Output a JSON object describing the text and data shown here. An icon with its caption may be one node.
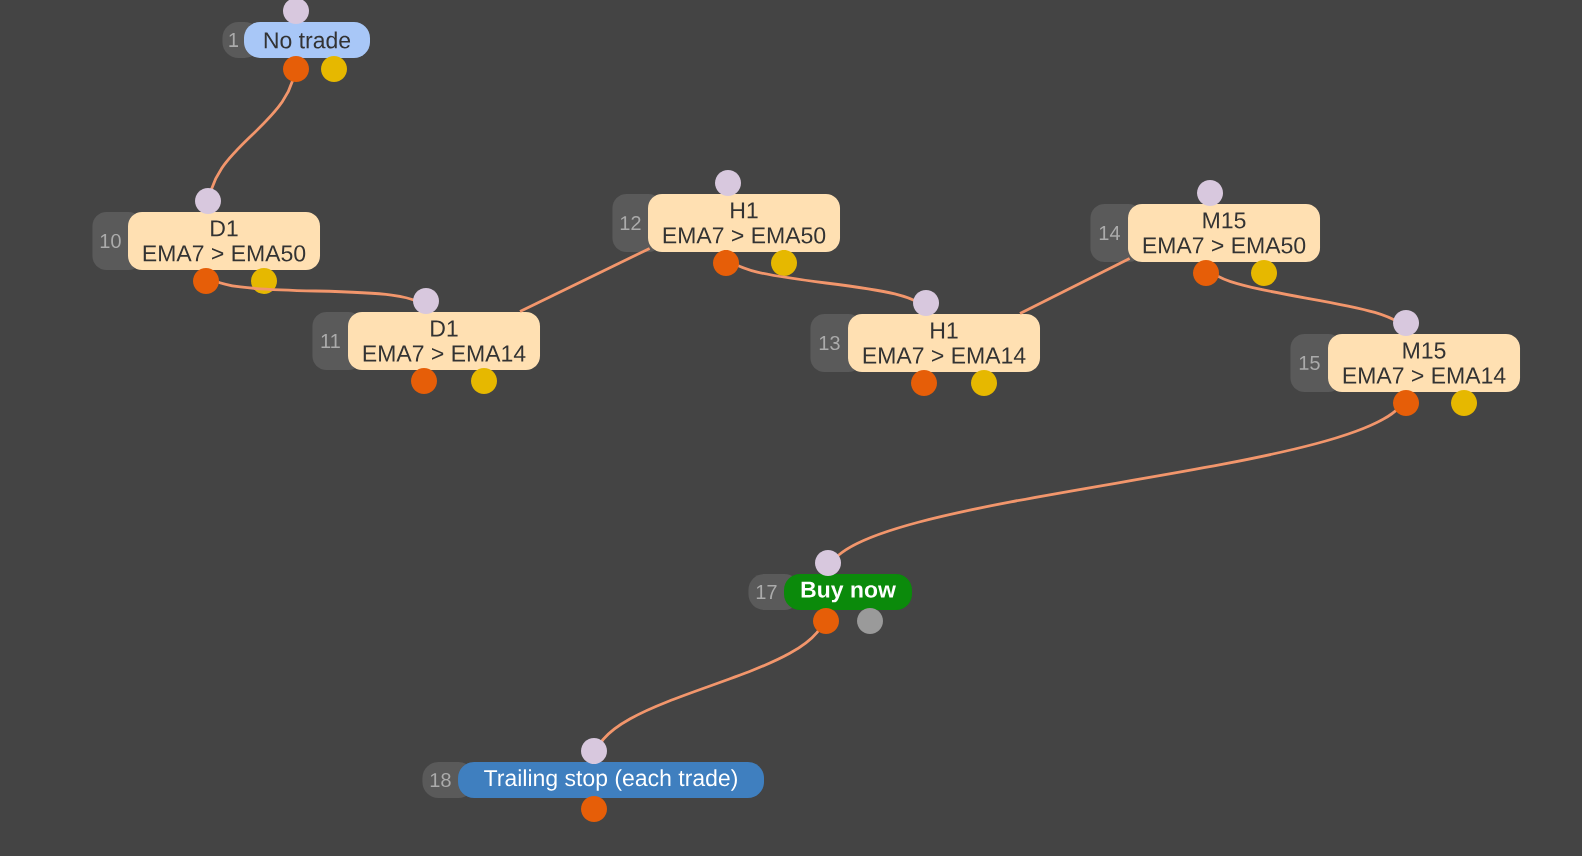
{
  "diagram": {
    "nodes": [
      {
        "text": [
          "No trade"
        ],
        "beside": [
          "1"
        ]
      },
      {
        "text": [
          "D1",
          "EMA7 > EMA50"
        ],
        "beside": [
          "10"
        ]
      },
      {
        "text": [
          "D1",
          "EMA7 > EMA14"
        ],
        "beside": [
          "11"
        ]
      },
      {
        "text": [
          "H1",
          "EMA7 > EMA50"
        ],
        "beside": [
          "12"
        ]
      },
      {
        "text": [
          "H1",
          "EMA7 > EMA14"
        ],
        "beside": [
          "13"
        ]
      },
      {
        "text": [
          "M15",
          "EMA7 > EMA50"
        ],
        "beside": [
          "14"
        ]
      },
      {
        "text": [
          "M15",
          "EMA7 > EMA14"
        ],
        "beside": [
          "15"
        ]
      },
      {
        "text": [
          "Buy now"
        ],
        "beside": [
          "17"
        ]
      },
      {
        "text": [
          "Trailing stop (each trade)"
        ],
        "beside": [
          "18"
        ]
      }
    ],
    "edges": [
      {
        "from": 0,
        "to": 1,
        "arrow": "other"
      },
      {
        "from": 1,
        "to": 2,
        "arrow": "other"
      },
      {
        "from": 2,
        "to": 3,
        "arrow": "none"
      },
      {
        "from": 3,
        "to": 4,
        "arrow": "other"
      },
      {
        "from": 4,
        "to": 5,
        "arrow": "none"
      },
      {
        "from": 5,
        "to": 6,
        "arrow": "other"
      },
      {
        "from": 6,
        "to": 7,
        "arrow": "other"
      },
      {
        "from": 7,
        "to": 8,
        "arrow": "other"
      }
    ]
  }
}
